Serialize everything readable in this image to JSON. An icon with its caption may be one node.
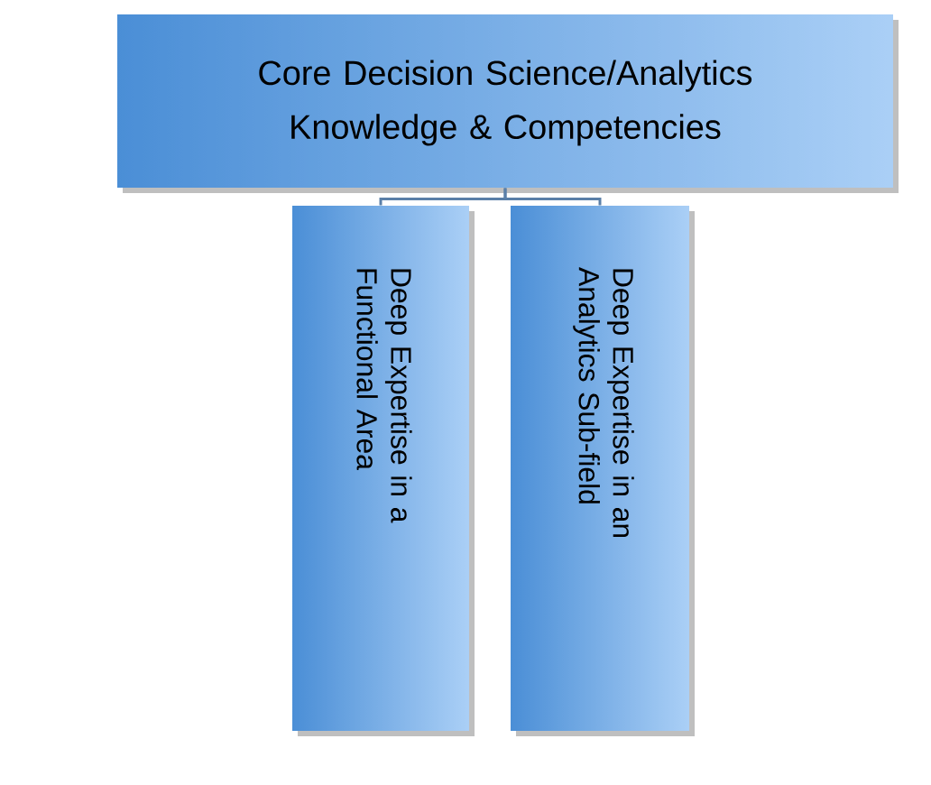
{
  "diagram": {
    "nodes": [
      {
        "text": [
          "Core Decision Science/Analytics Knowledge & Competencies"
        ]
      },
      {
        "text": [
          "Deep Expertise in a Functional Area"
        ]
      },
      {
        "text": [
          "Deep Expertise in an Analytics Sub-field"
        ]
      }
    ],
    "edges": [
      {
        "from": 0,
        "to": 1,
        "arrow": "none"
      },
      {
        "from": 0,
        "to": 2,
        "arrow": "none"
      }
    ]
  }
}
